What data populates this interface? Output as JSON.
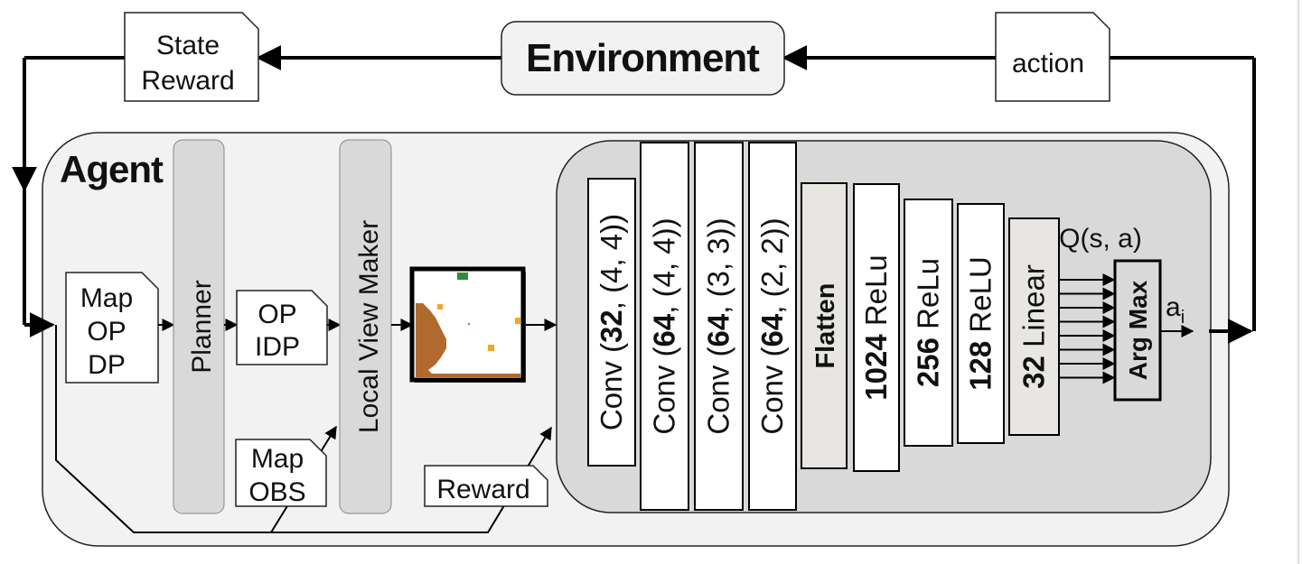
{
  "environment": {
    "label": "Environment"
  },
  "state_reward": {
    "line1": "State",
    "line2": "Reward"
  },
  "action": {
    "label": "action"
  },
  "agent": {
    "label": "Agent"
  },
  "map_op_dp": {
    "line1": "Map",
    "line2": "OP",
    "line3": "DP"
  },
  "planner": {
    "label": "Planner"
  },
  "op_idp": {
    "line1": "OP",
    "line2": "IDP"
  },
  "local_view_maker": {
    "label": "Local View Maker"
  },
  "map_obs": {
    "line1": "Map",
    "line2": "OBS"
  },
  "reward_note": {
    "label": "Reward"
  },
  "layers": [
    {
      "prefix": "Conv (",
      "num": "32",
      "suffix": ", (4, 4))"
    },
    {
      "prefix": "Conv (",
      "num": "64",
      "suffix": ", (4, 4))"
    },
    {
      "prefix": "Conv (",
      "num": "64",
      "suffix": ", (3, 3))"
    },
    {
      "prefix": "Conv (",
      "num": "64",
      "suffix": ", (2, 2))"
    },
    {
      "prefix": "",
      "num": "Flatten",
      "suffix": ""
    },
    {
      "prefix": "",
      "num": "1024",
      "suffix": " ReLu"
    },
    {
      "prefix": "",
      "num": "256",
      "suffix": " ReLu"
    },
    {
      "prefix": "",
      "num": "128",
      "suffix": " ReLU"
    },
    {
      "prefix": "",
      "num": "32",
      "suffix": " Linear"
    }
  ],
  "q_label": "Q(s, a)",
  "argmax": {
    "label": "Arg Max"
  },
  "output": {
    "a": "a",
    "sub": "i"
  },
  "colors": {
    "panel_fill": "#f2f2f2",
    "inner_panel_fill": "#d9d9d9",
    "gray_block": "#d9d9d9",
    "flatten_fill": "#e7e6e3",
    "terrain": "#b06a2e",
    "goal": "#2e8b3a",
    "point": "#f5a623"
  }
}
